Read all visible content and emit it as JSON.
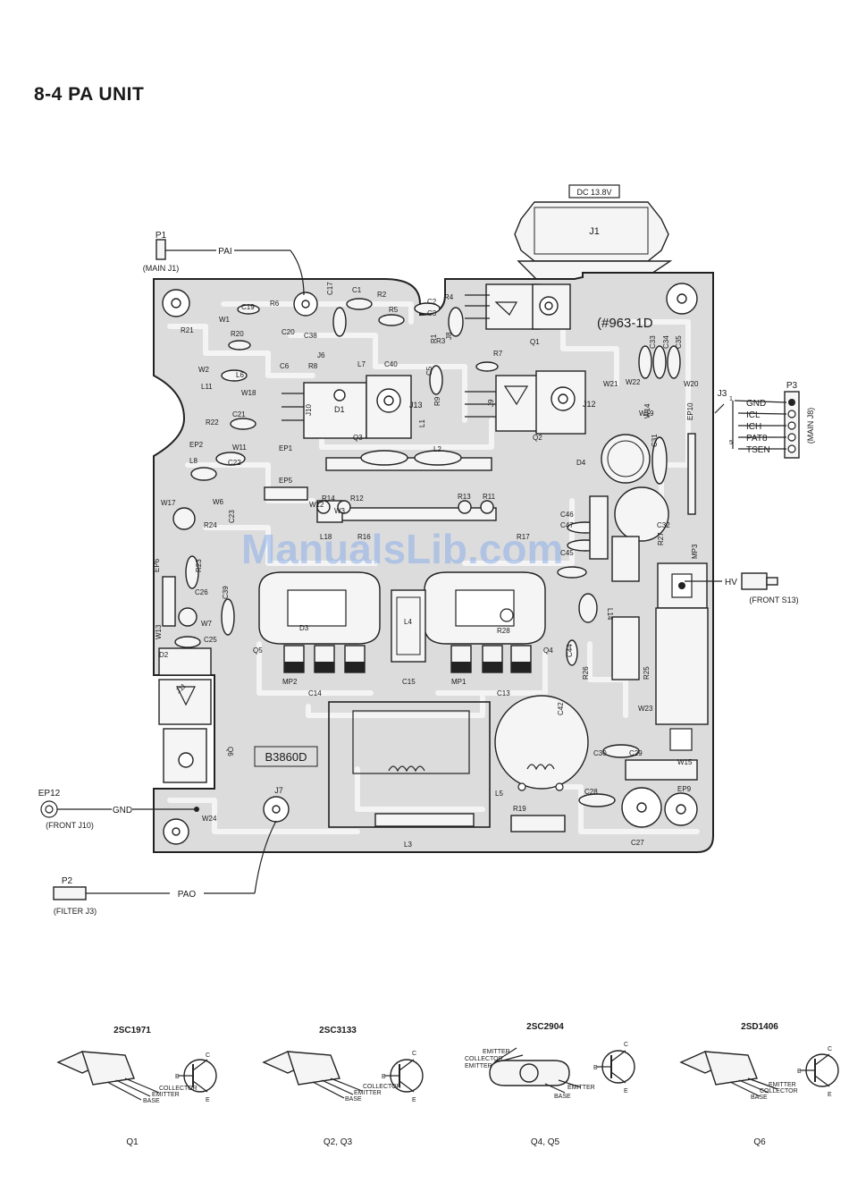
{
  "page": {
    "title": "8-4 PA UNIT"
  },
  "board": {
    "code": "B3860D",
    "stamp": "(#963-1D",
    "watermark": "ManualsLib.com",
    "dc_label": "DC 13.8V"
  },
  "connectors": {
    "p1": {
      "ref": "P1",
      "signal": "PAI",
      "dest": "(MAIN J1)"
    },
    "ep12": {
      "ref": "EP12",
      "signal": "GND",
      "dest": "(FRONT J10)"
    },
    "p2": {
      "ref": "P2",
      "signal": "PAO",
      "dest": "(FILTER J3)"
    },
    "hv": {
      "signal": "HV",
      "dest": "(FRONT S13)"
    },
    "j3": {
      "ref": "J3",
      "num1": "1",
      "num5": "5"
    },
    "p3": {
      "ref": "P3",
      "dest": "(MAIN J8)",
      "pins": [
        "GND",
        "ICL",
        "ICH",
        "PAT8",
        "TSEN"
      ]
    }
  },
  "refs": {
    "J1": "J1",
    "J6": "J6",
    "J7": "J7",
    "J8": "J8",
    "J9": "J9",
    "J10": "J10",
    "J11": "J11",
    "J12": "J12",
    "J13": "J13",
    "Q1": "Q1",
    "Q2": "Q2",
    "Q3": "Q3",
    "Q4": "Q4",
    "Q5": "Q5",
    "Q6": "Q6",
    "D1": "D1",
    "D2": "D2",
    "D3": "D3",
    "D4": "D4",
    "L1": "L1",
    "L2": "L2",
    "L3": "L3",
    "L4": "L4",
    "L5": "L5",
    "L6": "L6",
    "L7": "L7",
    "L8": "L8",
    "L11": "L11",
    "L14": "L14",
    "L18": "L18",
    "R1": "R1",
    "R2": "R2",
    "R3": "R3",
    "R4": "R4",
    "R5": "R5",
    "R6": "R6",
    "R7": "R7",
    "R8": "R8",
    "R9": "R9",
    "R11": "R11",
    "R12": "R12",
    "R13": "R13",
    "R14": "R14",
    "R16": "R16",
    "R17": "R17",
    "R19": "R19",
    "R20": "R20",
    "R21": "R21",
    "R22": "R22",
    "R23": "R23",
    "R24": "R24",
    "R25": "R25",
    "R26": "R26",
    "R27": "R27",
    "R28": "R28",
    "C1": "C1",
    "C2": "C2",
    "C3": "C3",
    "C5": "C5",
    "C6": "C6",
    "C13": "C13",
    "C14": "C14",
    "C15": "C15",
    "C17": "C17",
    "C19": "C19",
    "C20": "C20",
    "C21": "C21",
    "C22": "C22",
    "C23": "C23",
    "C25": "C25",
    "C26": "C26",
    "C27": "C27",
    "C28": "C28",
    "C29": "C29",
    "C30": "C30",
    "C31": "C31",
    "C32": "C32",
    "C33": "C33",
    "C34": "C34",
    "C35": "C35",
    "C38": "C38",
    "C39": "C39",
    "C40": "C40",
    "C42": "C42",
    "C44": "C44",
    "C45": "C45",
    "C46": "C46",
    "C47": "C47",
    "W1": "W1",
    "W2": "W2",
    "W3": "W3",
    "W6": "W6",
    "W7": "W7",
    "W11": "W11",
    "W12": "W12",
    "W13": "W13",
    "W14": "W14",
    "W15": "W15",
    "W17": "W17",
    "W18": "W18",
    "W19": "W19",
    "W20": "W20",
    "W21": "W21",
    "W22": "W22",
    "W23": "W23",
    "W24": "W24",
    "EP1": "EP1",
    "EP2": "EP2",
    "EP5": "EP5",
    "EP6": "EP6",
    "EP9": "EP9",
    "EP10": "EP10",
    "MP1": "MP1",
    "MP2": "MP2",
    "MP3": "MP3"
  },
  "transistor_legend": [
    {
      "part": "2SC1971",
      "pins": [
        "COLLECTOR",
        "EMITTER",
        "BASE"
      ],
      "applies_to": "Q1"
    },
    {
      "part": "2SC3133",
      "pins": [
        "COLLECTOR",
        "EMITTER",
        "BASE"
      ],
      "applies_to": "Q2, Q3"
    },
    {
      "part": "2SC2904",
      "pins": [
        "EMITTER",
        "COLLECTOR",
        "EMITTER",
        "EMITTER",
        "BASE"
      ],
      "applies_to": "Q4, Q5"
    },
    {
      "part": "2SD1406",
      "pins": [
        "EMITTER",
        "COLLECTOR",
        "BASE"
      ],
      "applies_to": "Q6"
    }
  ],
  "symbol_pins": {
    "b": "B",
    "c": "C",
    "e": "E"
  }
}
